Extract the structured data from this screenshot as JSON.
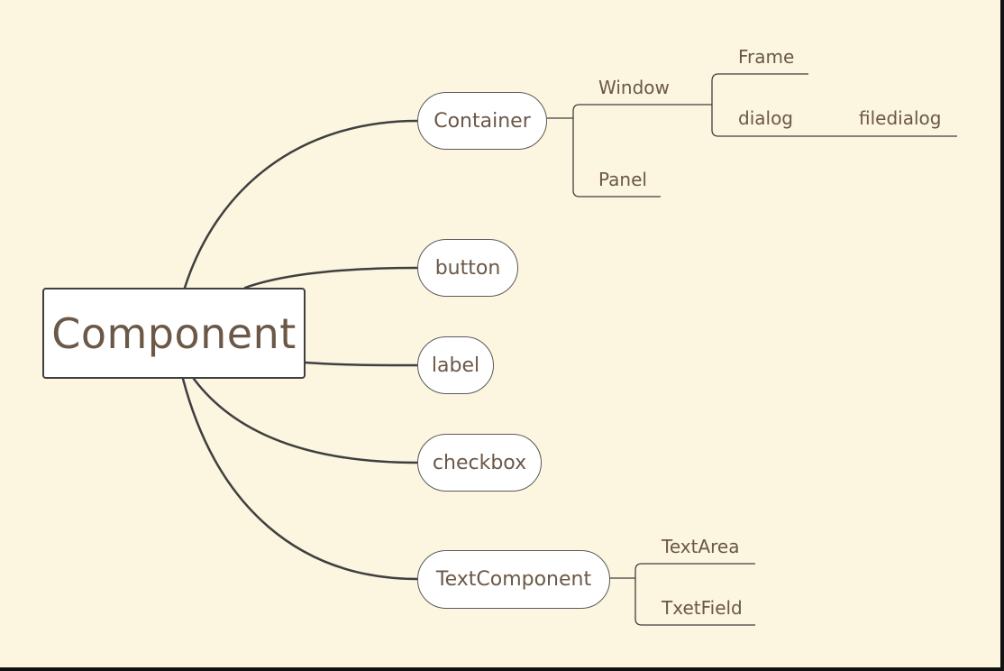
{
  "mindmap": {
    "root": "Component",
    "branches": {
      "container": "Container",
      "button": "button",
      "label": "label",
      "checkbox": "checkbox",
      "textcomponent": "TextComponent"
    },
    "leaves": {
      "window": "Window",
      "panel": "Panel",
      "frame": "Frame",
      "dialog": "dialog",
      "filedialog": "filedialog",
      "textarea": "TextArea",
      "txetfield": "TxetField"
    }
  },
  "colors": {
    "background": "#fcf5df",
    "connector": "#3f3f3f",
    "text": "#6b5847",
    "node_fill": "#ffffff"
  }
}
